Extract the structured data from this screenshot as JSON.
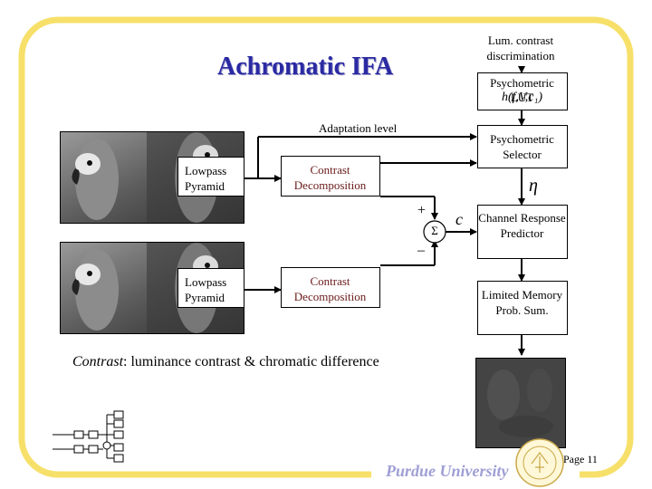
{
  "title": "Achromatic IFA",
  "lum_contrast_label": "Lum. contrast discrimination",
  "psychometric_lut": {
    "label": "Psychometric LUT",
    "formula": "h(f,V,c₁)"
  },
  "adaptation_label": "Adaptation level",
  "psychometric_selector": "Psychometric Selector",
  "eta": "η",
  "top_row": {
    "lowpass": "Lowpass Pyramid",
    "contrast": "Contrast Decomposition"
  },
  "bottom_row": {
    "lowpass": "Lowpass Pyramid",
    "contrast": "Contrast Decomposition"
  },
  "plus": "+",
  "minus": "–",
  "sigma": "Σ",
  "c_label": "c",
  "channel_response": "Channel Response Predictor",
  "limited_memory": "Limited Memory Prob. Sum.",
  "contrast_note": {
    "lead": "Contrast",
    "rest": ": luminance contrast & chromatic difference"
  },
  "footer": {
    "university": "Purdue University",
    "page": "Page 11"
  },
  "colors": {
    "frame": "#f7e06a",
    "title": "#2b2aa3",
    "footer_text": "#2b2aa3",
    "output_image": "#444444"
  },
  "icons": [
    "parrot-image",
    "output-map-image",
    "purdue-seal-icon",
    "system-block-diagram-icon"
  ]
}
